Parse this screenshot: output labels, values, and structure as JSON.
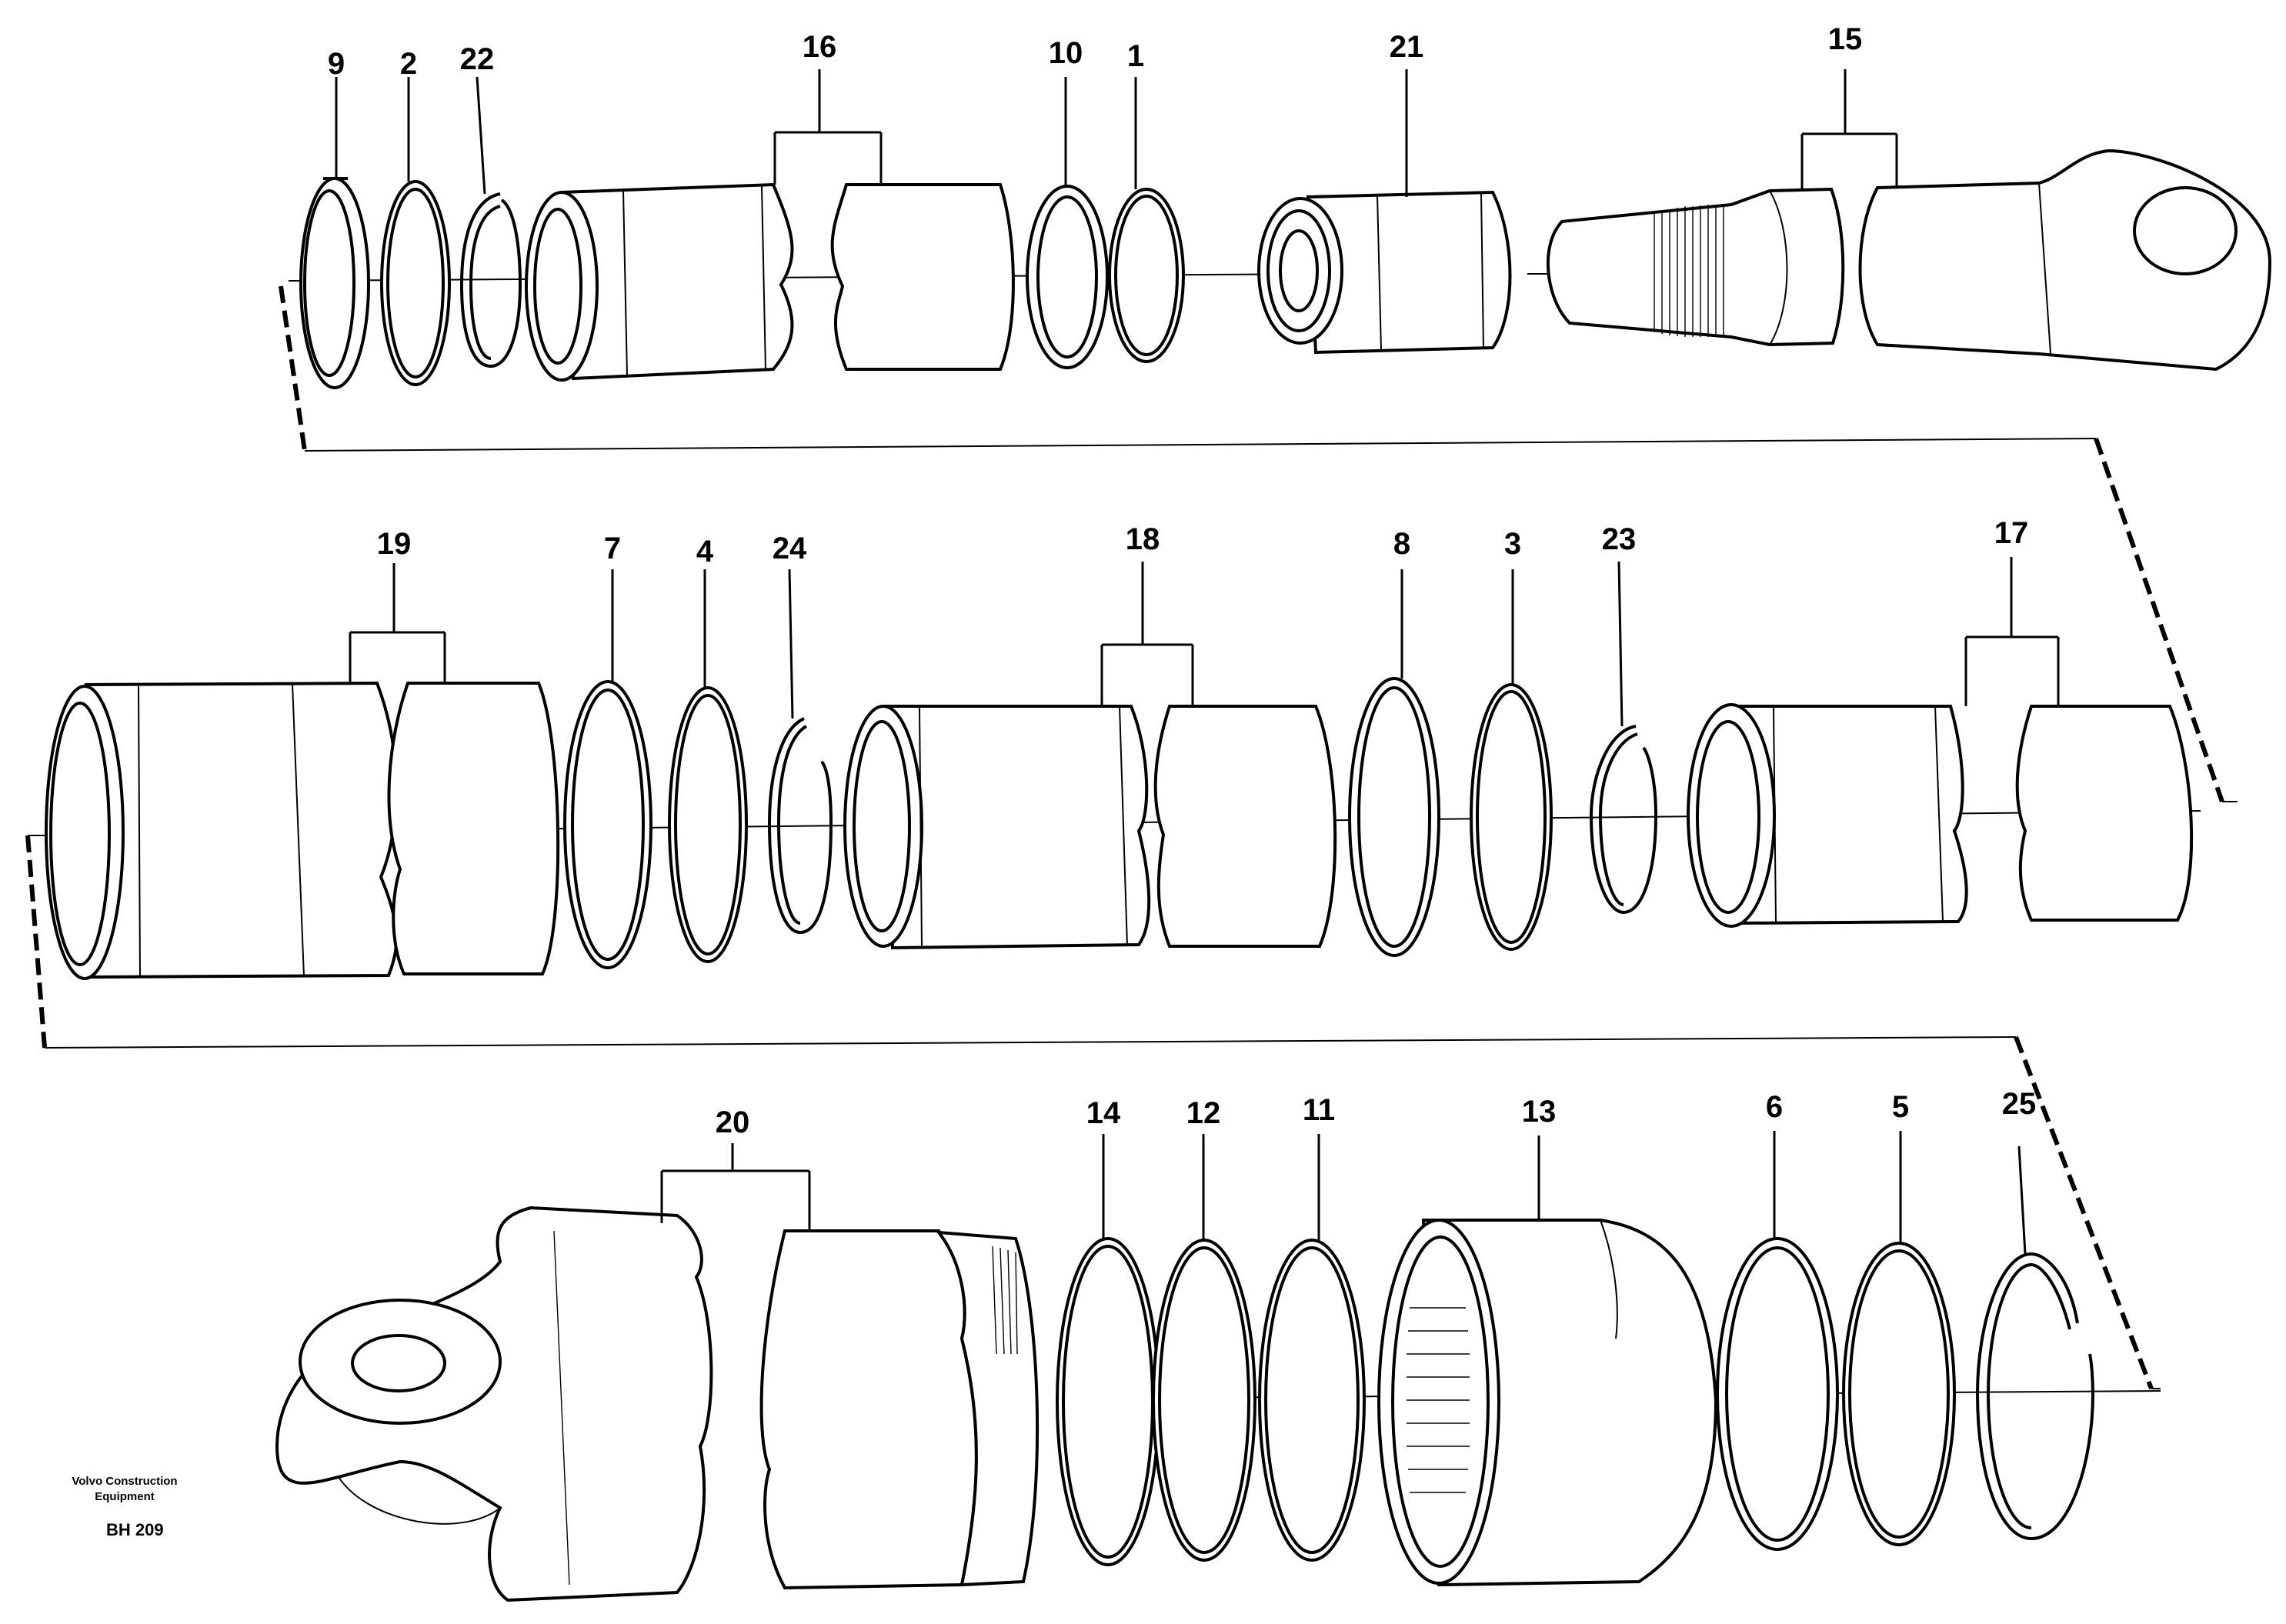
{
  "caption": {
    "line1": "Volvo Construction",
    "line2": "Equipment",
    "code": "BH 209"
  },
  "labels": [
    "9",
    "2",
    "22",
    "16",
    "10",
    "1",
    "21",
    "15",
    "19",
    "7",
    "4",
    "24",
    "18",
    "8",
    "3",
    "23",
    "17",
    "20",
    "14",
    "12",
    "11",
    "13",
    "6",
    "5",
    "25"
  ]
}
